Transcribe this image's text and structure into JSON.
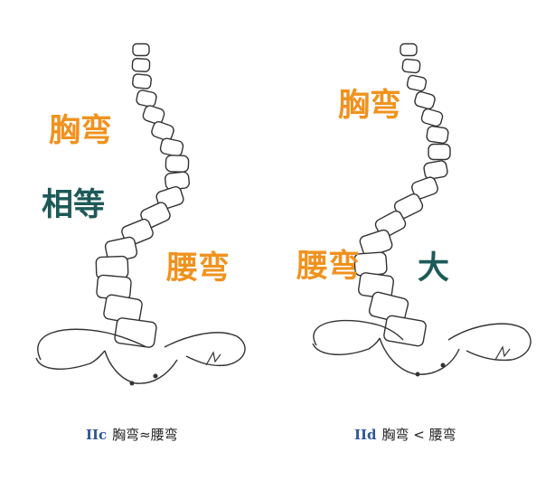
{
  "panels": [
    {
      "id": "IIc",
      "labels": {
        "thoracic": "胸弯",
        "equal": "相等",
        "lumbar": "腰弯"
      },
      "caption": {
        "code": "IIc",
        "text": "胸弯≈腰弯"
      }
    },
    {
      "id": "IId",
      "labels": {
        "thoracic": "胸弯",
        "lumbar": "腰弯",
        "big": "大"
      },
      "caption": {
        "code": "IId",
        "text": "胸弯 < 腰弯"
      }
    }
  ],
  "colors": {
    "orange": "#f0921e",
    "teal": "#1d5a57",
    "caption_code": "#2f5597"
  }
}
